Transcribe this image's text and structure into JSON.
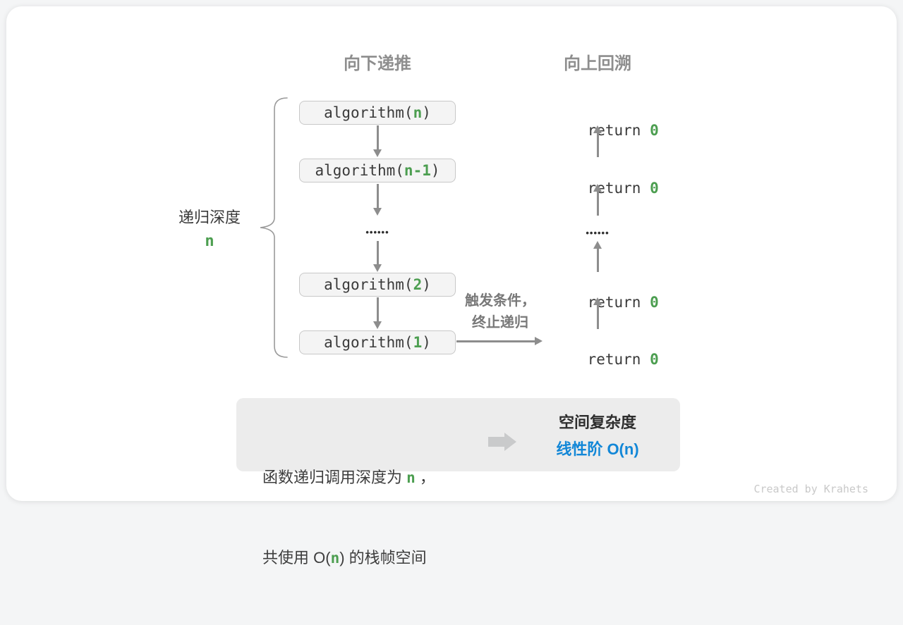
{
  "headers": {
    "recurse": "向下递推",
    "backtrack": "向上回溯"
  },
  "depth_brace": {
    "label": "递归深度",
    "value": "n"
  },
  "calls": [
    {
      "pre": "algorithm(",
      "arg": "n",
      "post": ")"
    },
    {
      "pre": "algorithm(",
      "arg": "n-1",
      "post": ")"
    },
    {
      "pre": "algorithm(",
      "arg": "2",
      "post": ")"
    },
    {
      "pre": "algorithm(",
      "arg": "1",
      "post": ")"
    }
  ],
  "ellipsis": "••••••",
  "returns": [
    {
      "pre": "return ",
      "val": "0"
    },
    {
      "pre": "return ",
      "val": "0"
    },
    {
      "pre": "return ",
      "val": "0"
    },
    {
      "pre": "return ",
      "val": "0"
    }
  ],
  "trigger": {
    "line1": "触发条件，",
    "line2": "终止递归"
  },
  "summary": {
    "left_line1": {
      "pre": "函数递归调用深度为 ",
      "hl": "n",
      "post": " ，"
    },
    "left_line2": {
      "pre": "共使用 O(",
      "hl": "n",
      "post": ") 的栈帧空间"
    },
    "right_title": "空间复杂度",
    "right_value": "线性阶 O(n)"
  },
  "credit": "Created by Krahets",
  "colors": {
    "highlight_green": "#4c9e50",
    "accent_blue": "#1287d7",
    "arrow_gray": "#8d8d8d",
    "box_fill": "#f4f4f4",
    "box_border": "#c8c8c8",
    "summary_fill": "#ececec"
  }
}
